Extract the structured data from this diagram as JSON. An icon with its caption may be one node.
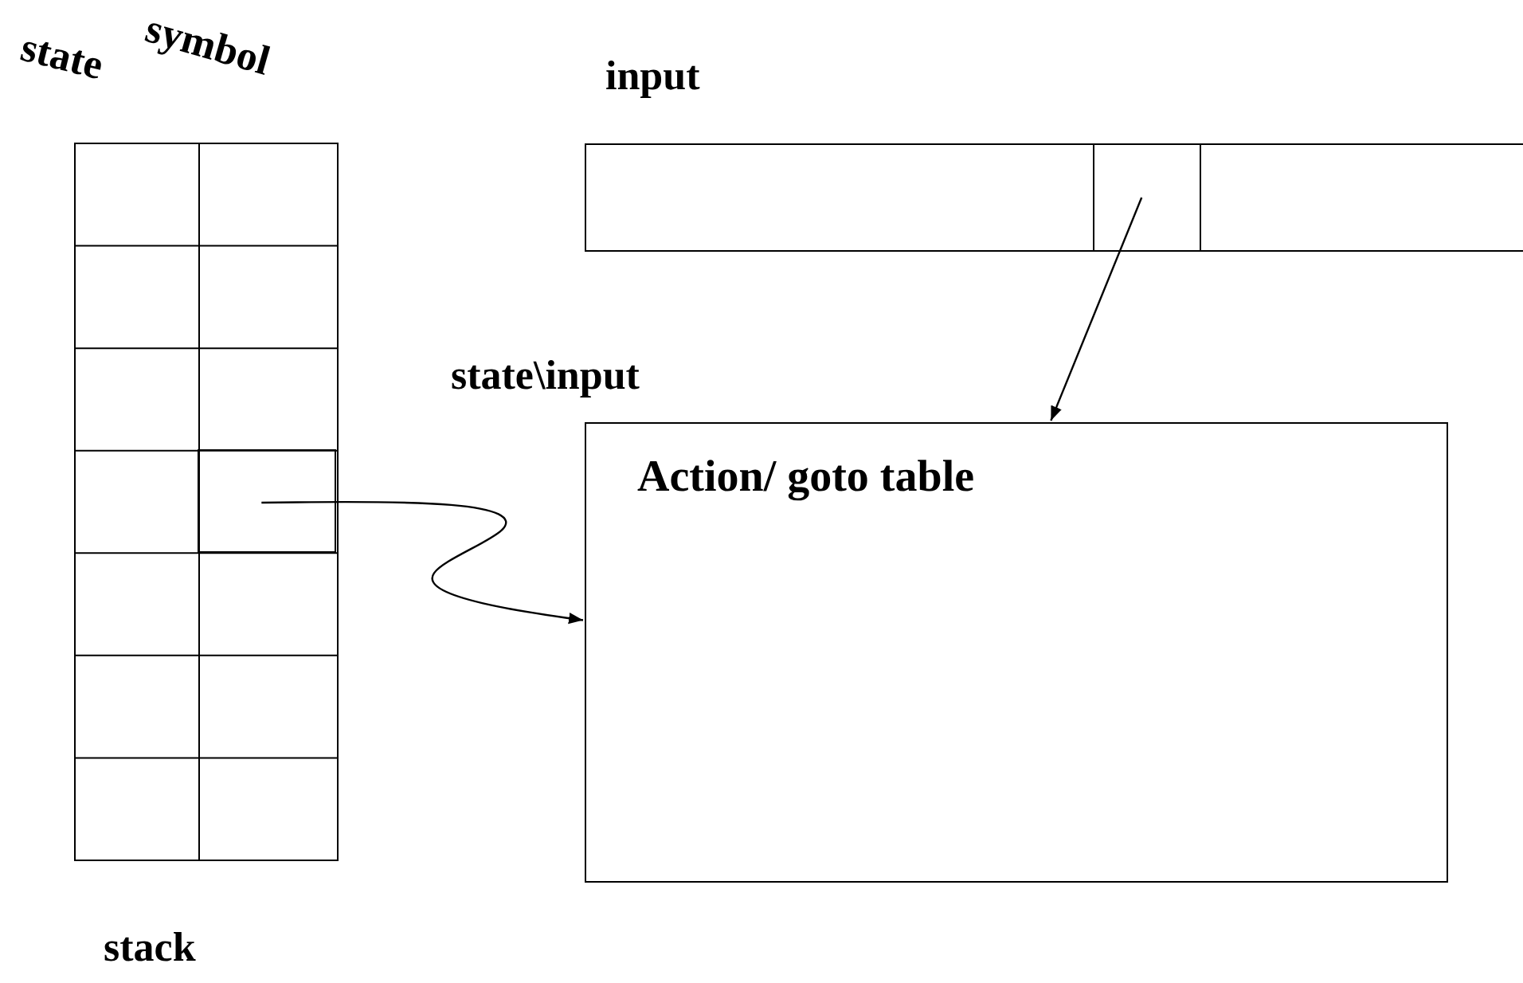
{
  "diagram": {
    "nodes": [
      {
        "text": [
          "stack"
        ]
      },
      {
        "text": [],
        "shape": "box",
        "in": 0
      },
      {
        "text": [
          "input"
        ]
      },
      {
        "text": [],
        "shape": "box",
        "in": 2
      },
      {
        "text": [
          "state\\input",
          "Action/ goto table"
        ]
      }
    ],
    "edges": [
      {
        "from": 1,
        "to": 4,
        "arrow": "to"
      },
      {
        "from": 3,
        "to": 4,
        "arrow": "to"
      }
    ],
    "labels": [
      "state",
      "symbol"
    ]
  }
}
